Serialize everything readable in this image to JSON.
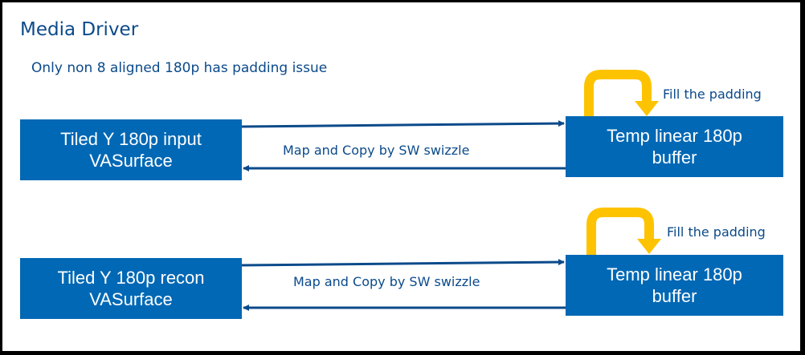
{
  "title": "Media Driver",
  "subtitle": "Only non 8 aligned 180p has padding issue",
  "colors": {
    "box": "#0068b5",
    "text": "#0b4a8a",
    "arrow": "#0b4a8a",
    "loop": "#fdc300"
  },
  "rows": [
    {
      "source": {
        "line1": "Tiled Y 180p input",
        "line2": "VASurface"
      },
      "target": {
        "line1": "Temp linear 180p",
        "line2": "buffer"
      },
      "edge_label": "Map and Copy by SW swizzle",
      "loop_label": "Fill the padding"
    },
    {
      "source": {
        "line1": "Tiled Y 180p recon",
        "line2": "VASurface"
      },
      "target": {
        "line1": "Temp linear 180p",
        "line2": "buffer"
      },
      "edge_label": "Map and Copy by SW swizzle",
      "loop_label": "Fill the padding"
    }
  ]
}
